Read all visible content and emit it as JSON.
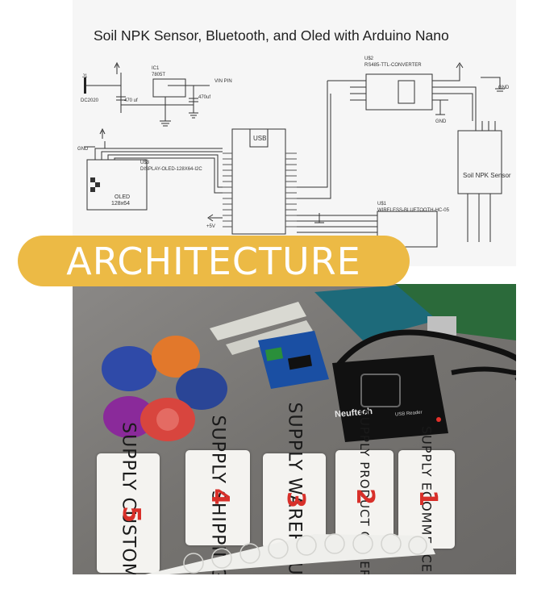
{
  "schematic": {
    "title": "Soil NPK Sensor, Bluetooth, and Oled with Arduino Nano",
    "labels": {
      "j1": "J1",
      "dc_jack": "DC2020",
      "ic1": "IC1",
      "reg": "7805T",
      "c1": "470 uf",
      "c2": "470uf",
      "vin_pin": "VIN PIN",
      "gnd": "GND",
      "usb": "USB",
      "oled_part": "U$3",
      "oled_name": "DISPLAY-OLED-128X64-I2C",
      "oled_label": "OLED",
      "oled_size": "128x64",
      "rs485_part": "U$2",
      "rs485_name": "RS485-TTL-CONVERTER",
      "bt_part": "U$1",
      "bt_name": "WIRELESS-BLUETOOTH-HC-05",
      "sensor": "Soil NPK Sensor",
      "plus5v": "+5V"
    }
  },
  "banner": {
    "text": "ARCHITECTURE"
  },
  "photo": {
    "brand": "Neuftech",
    "reader_label": "USB Reader",
    "cards": [
      {
        "text": "SUPPLY CUSTOMER",
        "num": "5"
      },
      {
        "text": "SUPPLY SHIPPING",
        "num": "4"
      },
      {
        "text": "SUPPLY WAREHOUSE",
        "num": "3"
      },
      {
        "text": "SUPPLY PRODUCT ORDERS",
        "num": "2"
      },
      {
        "text": "SUPPLY ECOMMERCE",
        "num": "1"
      }
    ]
  }
}
